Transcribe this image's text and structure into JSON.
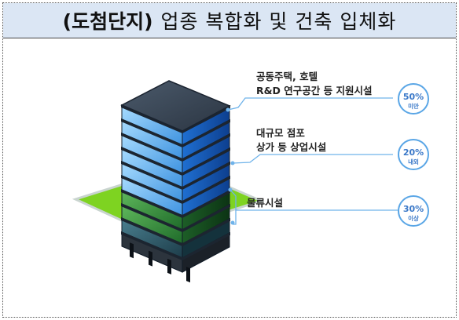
{
  "header": {
    "title_bold": "(도첨단지)",
    "title_rest": "업종 복합화 및 건축 입체화"
  },
  "tiers": [
    {
      "label_line1": "공동주택, 호텔",
      "label_line2": "R&D 연구공간 등 지원시설",
      "percent": "50%",
      "qualifier": "미만"
    },
    {
      "label_line1": "대규모 점포",
      "label_line2": "상가 등 상업시설",
      "percent": "20%",
      "qualifier": "내외"
    },
    {
      "label_line1": "물류시설",
      "label_line2": "",
      "percent": "30%",
      "qualifier": "이상"
    }
  ],
  "colors": {
    "title_bg": "#dbe6f4",
    "accent_blue": "#3a78c8",
    "ground_green": "#7ed321",
    "glass_blue": "#4a9be8",
    "glass_green": "#2f8a3a"
  }
}
